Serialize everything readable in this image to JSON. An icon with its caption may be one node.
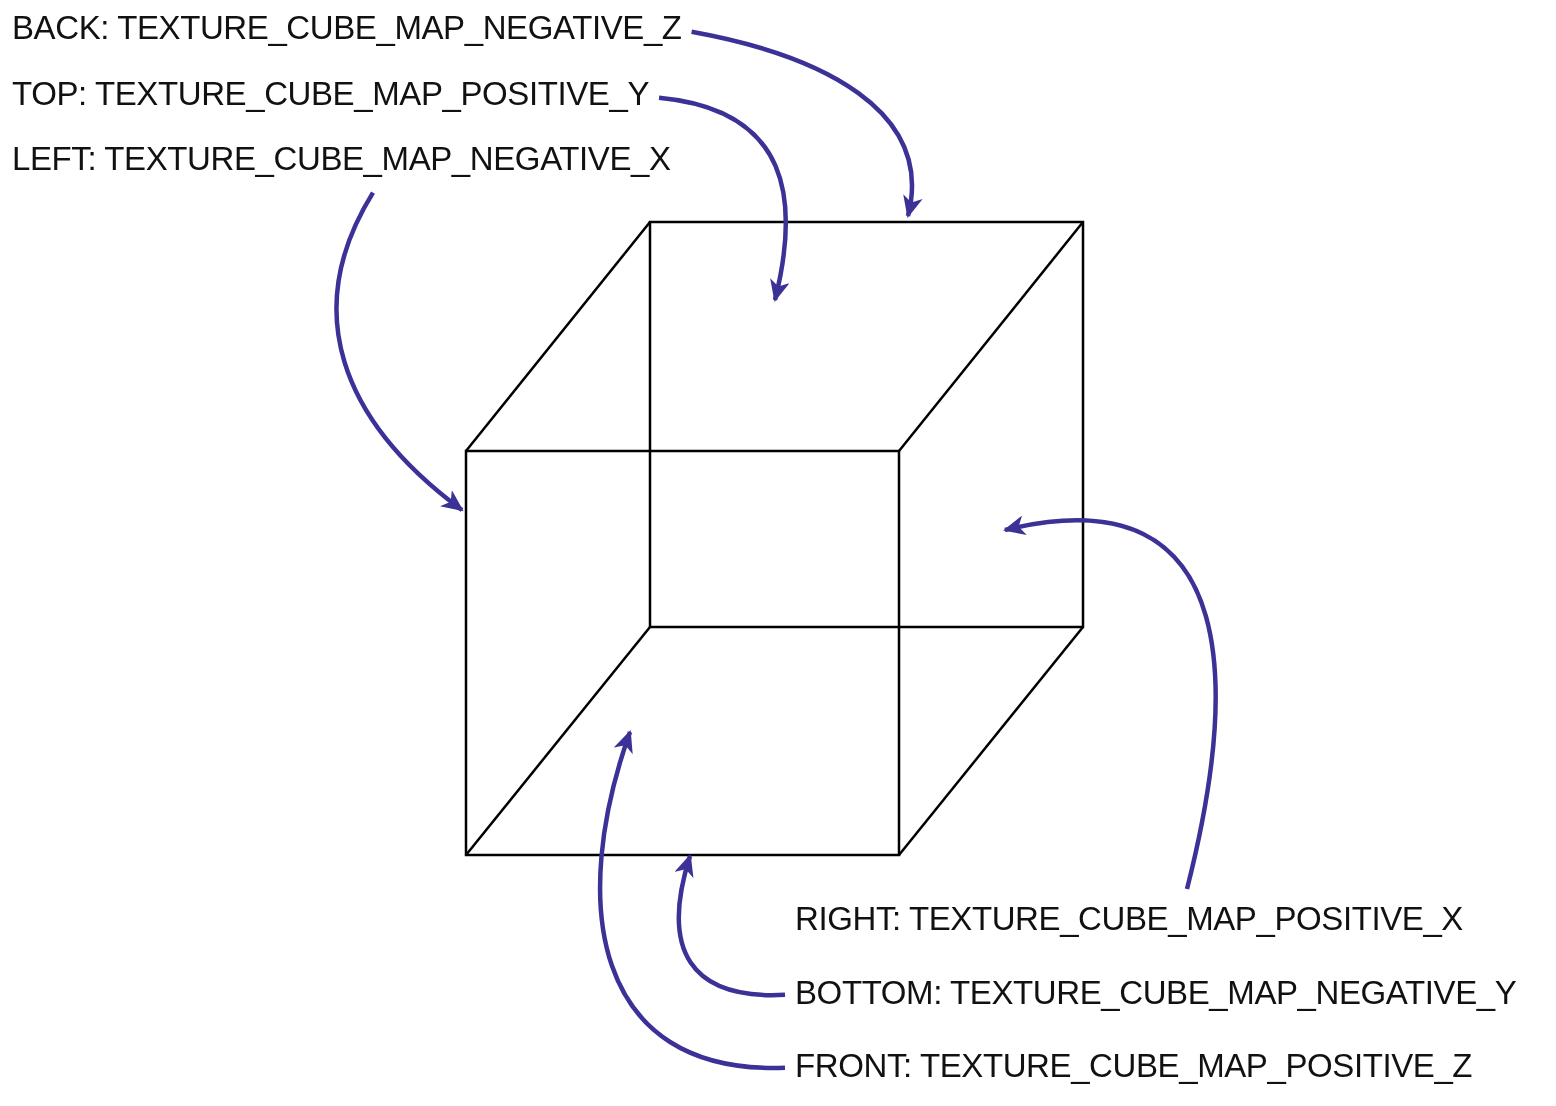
{
  "diagram": {
    "nodes": [
      {
        "text": [
          "BACK: TEXTURE_CUBE_MAP_NEGATIVE_Z"
        ]
      },
      {
        "text": [
          "TOP: TEXTURE_CUBE_MAP_POSITIVE_Y"
        ]
      },
      {
        "text": [
          "LEFT: TEXTURE_CUBE_MAP_NEGATIVE_X"
        ]
      },
      {
        "text": [
          "RIGHT: TEXTURE_CUBE_MAP_POSITIVE_X"
        ]
      },
      {
        "text": [
          "BOTTOM: TEXTURE_CUBE_MAP_NEGATIVE_Y"
        ]
      },
      {
        "text": [
          "FRONT: TEXTURE_CUBE_MAP_POSITIVE_Z"
        ]
      }
    ],
    "edges": [
      {
        "from": 0,
        "to": null,
        "arrow": "to"
      },
      {
        "from": 1,
        "to": null,
        "arrow": "to"
      },
      {
        "from": 2,
        "to": null,
        "arrow": "to"
      },
      {
        "from": 3,
        "to": null,
        "arrow": "to"
      },
      {
        "from": 4,
        "to": null,
        "arrow": "to"
      },
      {
        "from": 5,
        "to": null,
        "arrow": "to"
      }
    ]
  }
}
